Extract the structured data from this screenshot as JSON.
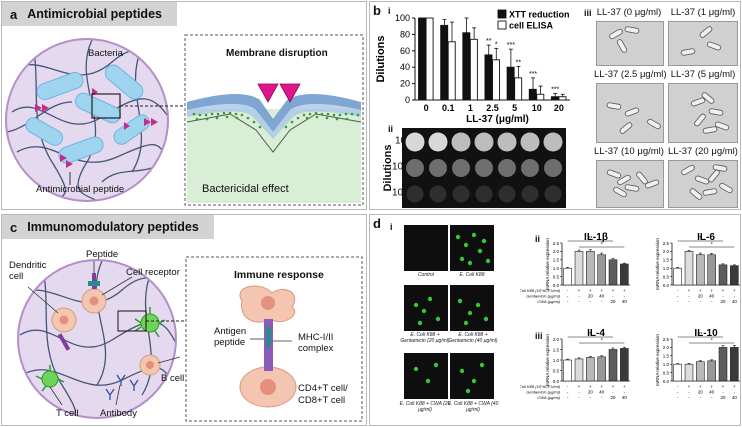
{
  "a": {
    "letter": "a",
    "title": "Antimicrobial peptides",
    "bacteria": "Bacteria",
    "amp": "Antimicrobial peptide",
    "membrane": "Membrane disruption",
    "bactericidal": "Bactericidal effect"
  },
  "b": {
    "letter": "b",
    "sub_i": "i",
    "sub_ii": "ii",
    "sub_iii": "iii",
    "dil_exp": [
      "0",
      "-1",
      "-2"
    ],
    "dil_label": "Dilutions"
  },
  "c": {
    "letter": "c",
    "title": "Immunomodulatory peptides",
    "peptide": "Peptide",
    "dendritic": "Dendritic cell",
    "receptor": "Cell receptor",
    "bcell": "B cell",
    "tcell": "T cell",
    "antibody": "Antibody",
    "immune": "Immune response",
    "antigen": "Antigen peptide",
    "mhc": "MHC-I/II complex",
    "cd4": "CD4+T cell/",
    "cd8": "CD8+T cell"
  },
  "d": {
    "letter": "d",
    "sub_i": "i",
    "sub_ii": "ii",
    "sub_iii": "iii",
    "fluor_labels": [
      "Control",
      "E. Coli K88",
      "E. Coli K88 + Gentamicin (20 μg/ml)",
      "E. Coli K88 + Gentamicin (40 μg/ml)",
      "E. Coli K88 + CWA (20 μg/ml)",
      "E. Coli K88 + CWA (40 μg/ml)"
    ],
    "row_labels": [
      "E. Coli K88 (10^6CFU/ml)",
      "Gentamicin (μg/ml)",
      "CWA (μg/ml)"
    ],
    "row_values": [
      [
        "-",
        "+",
        "+",
        "+",
        "+",
        "+"
      ],
      [
        "-",
        "-",
        "20",
        "40",
        "-",
        "-"
      ],
      [
        "-",
        "-",
        "-",
        "-",
        "20",
        "40"
      ]
    ],
    "ylabel": "mRNA relative expression"
  },
  "micro": [
    {
      "label": "LL-37 (0 μg/ml)"
    },
    {
      "label": "LL-37 (1 μg/ml)"
    },
    {
      "label": "LL-37 (2.5 μg/ml)"
    },
    {
      "label": "LL-37 (5 μg/ml)"
    },
    {
      "label": "LL-37 (10 μg/ml)"
    },
    {
      "label": "LL-37 (20 μg/ml)"
    }
  ],
  "chart_data": [
    {
      "type": "bar",
      "categories": [
        "0",
        "0.1",
        "1",
        "2.5",
        "5",
        "10",
        "20"
      ],
      "series": [
        {
          "name": "XTT reduction",
          "values": [
            100,
            91,
            82,
            55,
            40,
            13,
            4
          ],
          "errors": [
            0,
            7,
            18,
            12,
            22,
            14,
            4
          ]
        },
        {
          "name": "cell ELISA",
          "values": [
            100,
            71,
            74,
            49,
            27,
            7,
            4
          ],
          "errors": [
            0,
            24,
            14,
            14,
            14,
            10,
            3
          ]
        }
      ],
      "sig": [
        "",
        "",
        "",
        "**",
        "***",
        "***",
        "***"
      ],
      "sig2": [
        "",
        "",
        "",
        "*",
        "**",
        "",
        ""
      ],
      "xlabel": "LL-37 (μg/ml)",
      "ylabel": "Dilutions",
      "ylim": [
        0,
        100
      ],
      "yticks": [
        0,
        20,
        40,
        60,
        80,
        100
      ]
    },
    {
      "type": "bar",
      "title": "IL-1β",
      "values": [
        1.0,
        2.0,
        2.0,
        1.8,
        1.5,
        1.25
      ],
      "errors": [
        0.05,
        0.08,
        0.1,
        0.1,
        0.08,
        0.05
      ],
      "ylim": [
        0,
        2.5
      ],
      "yticks": [
        0,
        0.5,
        1.0,
        1.5,
        2.0,
        2.5
      ],
      "sig": [
        "**",
        "*"
      ]
    },
    {
      "type": "bar",
      "title": "IL-6",
      "values": [
        1.0,
        2.0,
        1.8,
        1.8,
        1.2,
        1.15
      ],
      "errors": [
        0.05,
        0.06,
        0.1,
        0.08,
        0.06,
        0.05
      ],
      "ylim": [
        0,
        2.5
      ],
      "yticks": [
        0,
        0.5,
        1.0,
        1.5,
        2.0,
        2.5
      ],
      "sig": [
        "*",
        "*"
      ]
    },
    {
      "type": "bar",
      "title": "IL-4",
      "values": [
        1.0,
        1.05,
        1.12,
        1.15,
        1.5,
        1.55
      ],
      "errors": [
        0.04,
        0.05,
        0.05,
        0.05,
        0.07,
        0.06
      ],
      "ylim": [
        0,
        2.0
      ],
      "yticks": [
        0,
        0.5,
        1.0,
        1.5,
        2.0
      ],
      "sig": [
        "*",
        "*"
      ]
    },
    {
      "type": "bar",
      "title": "IL-10",
      "values": [
        1.0,
        1.0,
        1.15,
        1.2,
        2.0,
        2.0
      ],
      "errors": [
        0.04,
        0.05,
        0.06,
        0.06,
        0.1,
        0.12
      ],
      "ylim": [
        0,
        2.5
      ],
      "yticks": [
        0,
        0.5,
        1.0,
        1.5,
        2.0,
        2.5
      ],
      "sig": [
        "**",
        "*"
      ]
    }
  ]
}
